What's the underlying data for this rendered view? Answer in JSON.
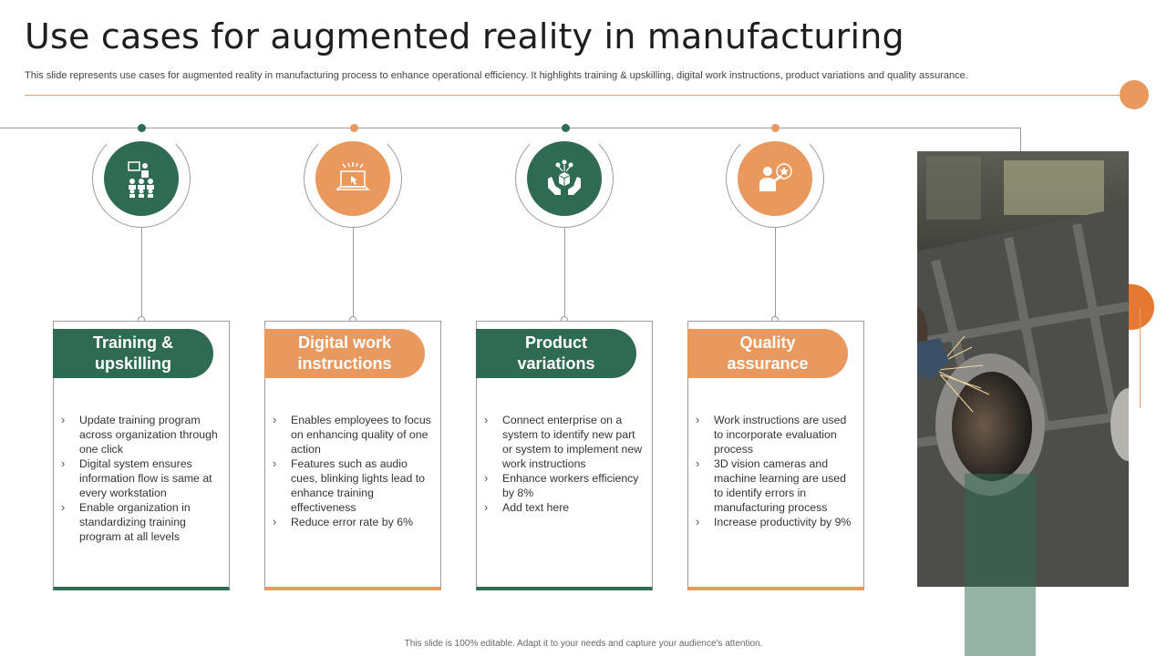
{
  "header": {
    "title": "Use cases for augmented reality in manufacturing",
    "subtitle": "This slide represents use cases for augmented reality in manufacturing process to enhance operational efficiency. It highlights training & upskilling, digital work instructions, product variations and quality assurance."
  },
  "colors": {
    "green": "#2e6b52",
    "orange": "#e9995e",
    "side_accent": "#e5792f"
  },
  "cards": [
    {
      "title_line1": "Training &",
      "title_line2": "upskilling",
      "color": "green",
      "icon": "presenter-audience-icon",
      "bullets": [
        "Update training program across organization through one click",
        "Digital system ensures information flow is same at every workstation",
        "Enable organization in standardizing training program at all levels"
      ]
    },
    {
      "title_line1": "Digital work",
      "title_line2": "instructions",
      "color": "orange",
      "icon": "laptop-touch-icon",
      "bullets": [
        "Enables employees to focus on enhancing quality of one action",
        "Features such as audio cues, blinking lights lead to enhance training effectiveness",
        "Reduce error rate by 6%"
      ]
    },
    {
      "title_line1": "Product",
      "title_line2": "variations",
      "color": "green",
      "icon": "hands-box-icon",
      "bullets": [
        "Connect enterprise on a system to identify new part or system to implement new work instructions",
        "Enhance workers efficiency by 8%",
        "Add text here"
      ]
    },
    {
      "title_line1": "Quality",
      "title_line2": "assurance",
      "color": "orange",
      "icon": "quality-badge-person-icon",
      "bullets": [
        "Work instructions are used to incorporate evaluation process",
        "3D vision cameras and machine learning are used to identify errors in manufacturing process",
        "Increase productivity by 9%"
      ]
    }
  ],
  "photo": {
    "icon": "manufacturing-grinding-photo"
  },
  "footer": {
    "text": "This slide is 100% editable. Adapt it to your needs and capture your audience's attention."
  }
}
